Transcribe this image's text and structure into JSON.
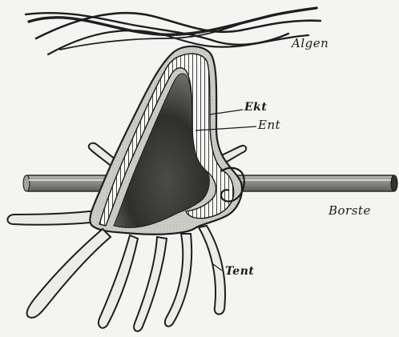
{
  "figure": {
    "labels": {
      "algae": "Algen",
      "ectoderm": "Ekt",
      "entoderm": "Ent",
      "bristle": "Borste",
      "tentacle": "Tent"
    }
  },
  "colors": {
    "paper": "#f4f4f2",
    "ink": "#1a1a1a",
    "body_shade": "#c9c9c4",
    "cavity_dark": "#3d3d3b",
    "bristle": "#8e8e8a"
  }
}
